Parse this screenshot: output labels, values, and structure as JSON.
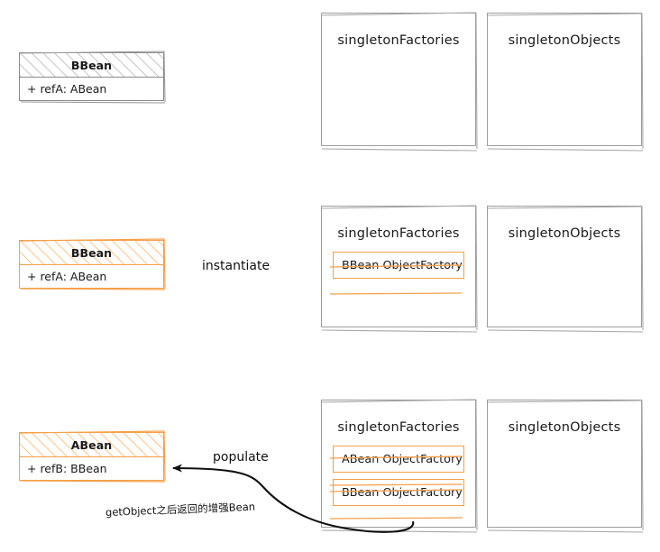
{
  "diagram": {
    "title": "Spring singleton factories / circular dependency resolution",
    "colors": {
      "accent_orange": "#f5a04a",
      "hatch_orange": "#fbbd7e",
      "sketch_grey": "#8a8a8a",
      "hatch_grey": "#b9b9b9",
      "text": "#1a1a1a",
      "arrow": "#111111",
      "background": "#ffffff"
    }
  },
  "rows": [
    {
      "id": "row-1",
      "uml": {
        "class_name": "BBean",
        "field": "+ refA: ABean",
        "style": "grey"
      },
      "action_label": "",
      "factories": {
        "title": "singletonFactories",
        "entries": []
      },
      "objects": {
        "title": "singletonObjects",
        "entries": []
      }
    },
    {
      "id": "row-2",
      "uml": {
        "class_name": "BBean",
        "field": "+ refA: ABean",
        "style": "orange"
      },
      "action_label": "instantiate",
      "factories": {
        "title": "singletonFactories",
        "entries": [
          "BBean ObjectFactory"
        ]
      },
      "objects": {
        "title": "singletonObjects",
        "entries": []
      }
    },
    {
      "id": "row-3",
      "uml": {
        "class_name": "ABean",
        "field": "+ refB: BBean",
        "style": "orange"
      },
      "action_label": "populate",
      "factories": {
        "title": "singletonFactories",
        "entries": [
          "ABean ObjectFactory",
          "BBean ObjectFactory"
        ]
      },
      "objects": {
        "title": "singletonObjects",
        "entries": []
      }
    }
  ],
  "annotations": [
    {
      "id": "populate-note",
      "text": "getObject之后返回的增强Bean"
    }
  ]
}
